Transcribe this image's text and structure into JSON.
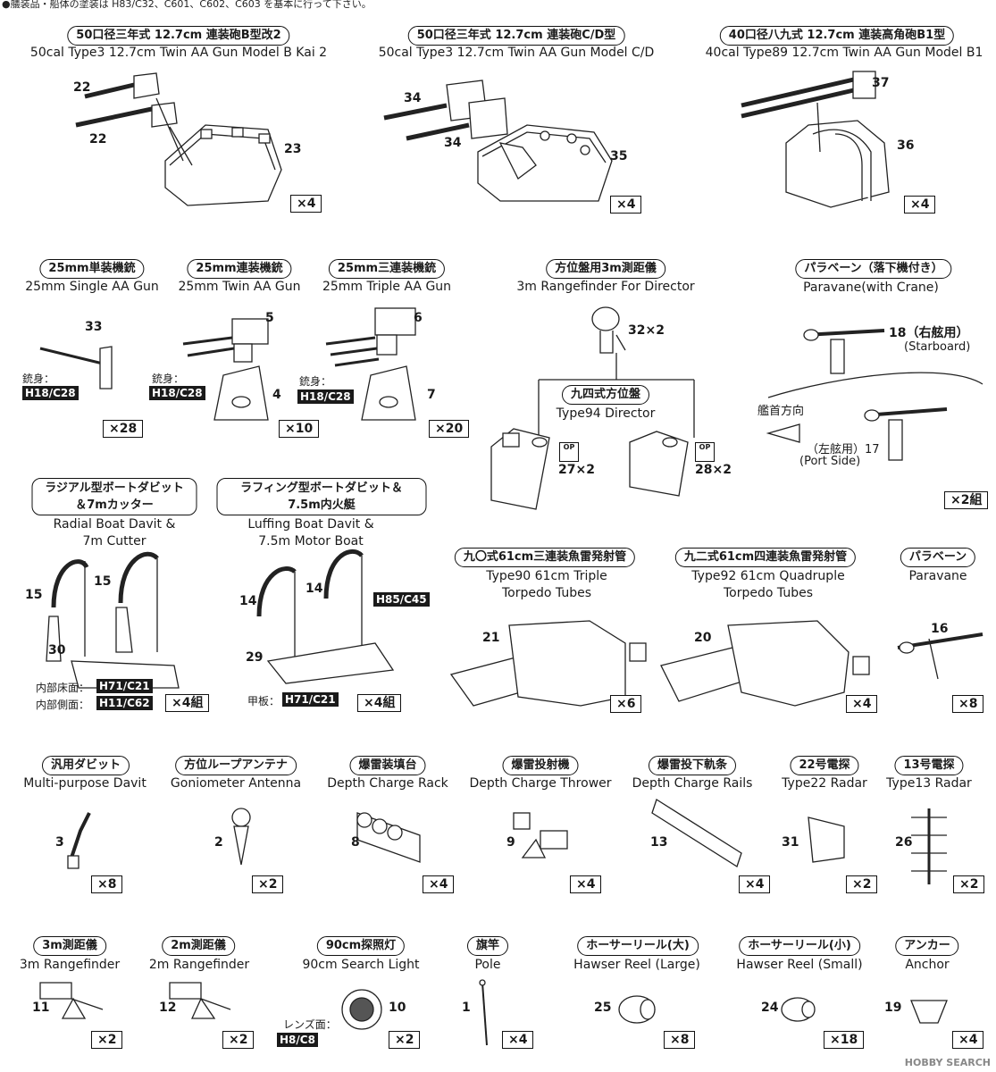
{
  "note": "●艤装品・船体の塗装は H83/C32、C601、C602、C603 を基本に行って下さい。",
  "sections": {
    "gunB": {
      "jp": "50口径三年式 12.7cm 連装砲B型改2",
      "en": "50cal Type3 12.7cm Twin AA Gun Model B Kai 2",
      "parts": [
        "22",
        "22",
        "23"
      ],
      "qty": "×4"
    },
    "gunCD": {
      "jp": "50口径三年式 12.7cm 連装砲C/D型",
      "en": "50cal Type3 12.7cm Twin AA Gun Model C/D",
      "parts": [
        "34",
        "34",
        "35"
      ],
      "qty": "×4"
    },
    "gunB1": {
      "jp": "40口径八九式 12.7cm 連装高角砲B1型",
      "en": "40cal Type89 12.7cm Twin AA Gun Model B1",
      "parts": [
        "37",
        "36"
      ],
      "qty": "×4"
    },
    "aaSingle": {
      "jp": "25mm単装機銃",
      "en": "25mm Single AA Gun",
      "part": "33",
      "label": "銃身：",
      "paint": "H18/C28",
      "qty": "×28"
    },
    "aaTwin": {
      "jp": "25mm連装機銃",
      "en": "25mm Twin AA Gun",
      "parts": [
        "5",
        "4"
      ],
      "label": "銃身：",
      "paint": "H18/C28",
      "qty": "×10"
    },
    "aaTriple": {
      "jp": "25mm三連装機銃",
      "en": "25mm Triple AA Gun",
      "parts": [
        "6",
        "7"
      ],
      "label": "銃身：",
      "paint": "H18/C28",
      "qty": "×20"
    },
    "rangefinderDir": {
      "jp": "方位盤用3m測距儀",
      "en": "3m Rangefinder For Director",
      "part": "32×2",
      "op": "OP",
      "sub_jp": "九四式方位盤",
      "sub_en": "Type94 Director",
      "parts": [
        "27×2",
        "28×2"
      ]
    },
    "paravaneCrane": {
      "jp": "パラベーン（落下機付き）",
      "en": "Paravane(with Crane)",
      "p18": "18（右舷用）",
      "p18en": "(Starboard)",
      "p17": "（左舷用）17",
      "p17en": "(Port Side)",
      "dir": "艦首方向",
      "qty": "×2組"
    },
    "radialDavit": {
      "jp": "ラジアル型ボートダビット＆7mカッター",
      "en": "Radial Boat Davit & 7m Cutter",
      "parts": [
        "15",
        "15",
        "30"
      ],
      "l1": "内部床面：",
      "p1": "H71/C21",
      "l2": "内部側面：",
      "p2": "H11/C62",
      "qty": "×4組"
    },
    "luffingDavit": {
      "jp": "ラフィング型ボートダビット＆7.5m内火艇",
      "en": "Luffing Boat Davit & 7.5m Motor Boat",
      "parts": [
        "14",
        "14",
        "29"
      ],
      "paint": "H85/C45",
      "l1": "甲板：",
      "p1": "H71/C21",
      "qty": "×4組"
    },
    "torp90": {
      "jp": "九〇式61cm三連装魚雷発射管",
      "en": "Type90 61cm Triple Torpedo Tubes",
      "part": "21",
      "qty": "×6"
    },
    "torp92": {
      "jp": "九二式61cm四連装魚雷発射管",
      "en": "Type92 61cm Quadruple Torpedo Tubes",
      "part": "20",
      "qty": "×4"
    },
    "paravane": {
      "jp": "パラベーン",
      "en": "Paravane",
      "part": "16",
      "qty": "×8"
    },
    "row4": [
      {
        "jp": "汎用ダビット",
        "en": "Multi-purpose Davit",
        "part": "3",
        "qty": "×8"
      },
      {
        "jp": "方位ループアンテナ",
        "en": "Goniometer Antenna",
        "part": "2",
        "qty": "×2"
      },
      {
        "jp": "爆雷装填台",
        "en": "Depth Charge Rack",
        "part": "8",
        "qty": "×4"
      },
      {
        "jp": "爆雷投射機",
        "en": "Depth Charge Thrower",
        "part": "9",
        "qty": "×4"
      },
      {
        "jp": "爆雷投下軌条",
        "en": "Depth Charge Rails",
        "part": "13",
        "qty": "×4"
      },
      {
        "jp": "22号電探",
        "en": "Type22 Radar",
        "part": "31",
        "qty": "×2"
      },
      {
        "jp": "13号電探",
        "en": "Type13 Radar",
        "part": "26",
        "qty": "×2"
      }
    ],
    "row5": [
      {
        "jp": "3m測距儀",
        "en": "3m Rangefinder",
        "part": "11",
        "qty": "×2"
      },
      {
        "jp": "2m測距儀",
        "en": "2m Rangefinder",
        "part": "12",
        "qty": "×2"
      },
      {
        "jp": "90cm探照灯",
        "en": "90cm Search Light",
        "part": "10",
        "lens": "レンズ面：",
        "paint": "H8/C8",
        "qty": "×2"
      },
      {
        "jp": "旗竿",
        "en": "Pole",
        "part": "1",
        "qty": "×4"
      },
      {
        "jp": "ホーサーリール(大)",
        "en": "Hawser Reel (Large)",
        "part": "25",
        "qty": "×8"
      },
      {
        "jp": "ホーサーリール(小)",
        "en": "Hawser Reel (Small)",
        "part": "24",
        "qty": "×18"
      },
      {
        "jp": "アンカー",
        "en": "Anchor",
        "part": "19",
        "qty": "×4"
      }
    ]
  },
  "watermark": "HOBBY SEARCH"
}
